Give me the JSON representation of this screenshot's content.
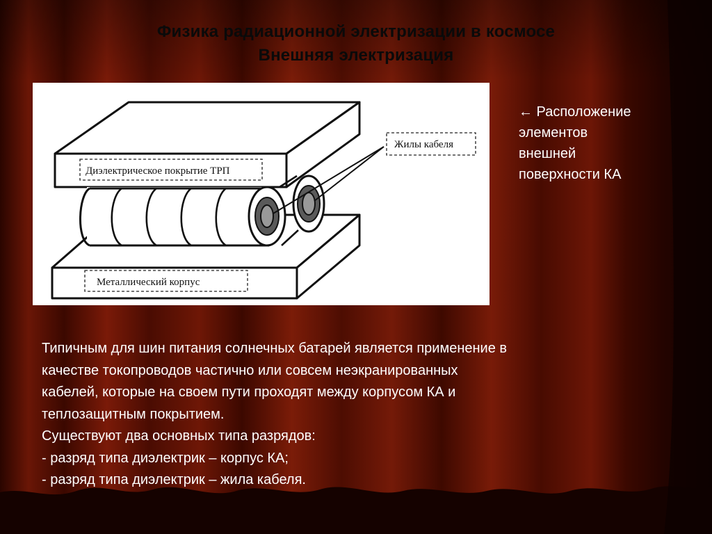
{
  "slide": {
    "title_line1": "Физика радиационной электризации в космосе",
    "title_line2": "Внешняя электризация"
  },
  "diagram": {
    "label_dielectric": "Диэлектрическое покрытие ТРП",
    "label_cable": "Жилы кабеля",
    "label_metal": "Металлический корпус"
  },
  "caption": {
    "lines": [
      "← Расположение",
      "элементов",
      "внешней",
      "поверхности КА"
    ]
  },
  "body": {
    "lines": [
      "Типичным для шин питания солнечных батарей является применение в",
      "качестве токопроводов частично или совсем неэкранированных",
      "кабелей, которые на своем пути проходят между корпусом КА и",
      "теплозащитным покрытием.",
      "Существуют два основных типа разрядов:",
      "- разряд типа диэлектрик – корпус КА;",
      "- разряд типа диэлектрик – жила кабеля."
    ]
  },
  "colors": {
    "background": "#5a1204",
    "curtain_dark": "#1a0300",
    "title_text": "#0a0a0a",
    "body_text": "#ffffff"
  }
}
